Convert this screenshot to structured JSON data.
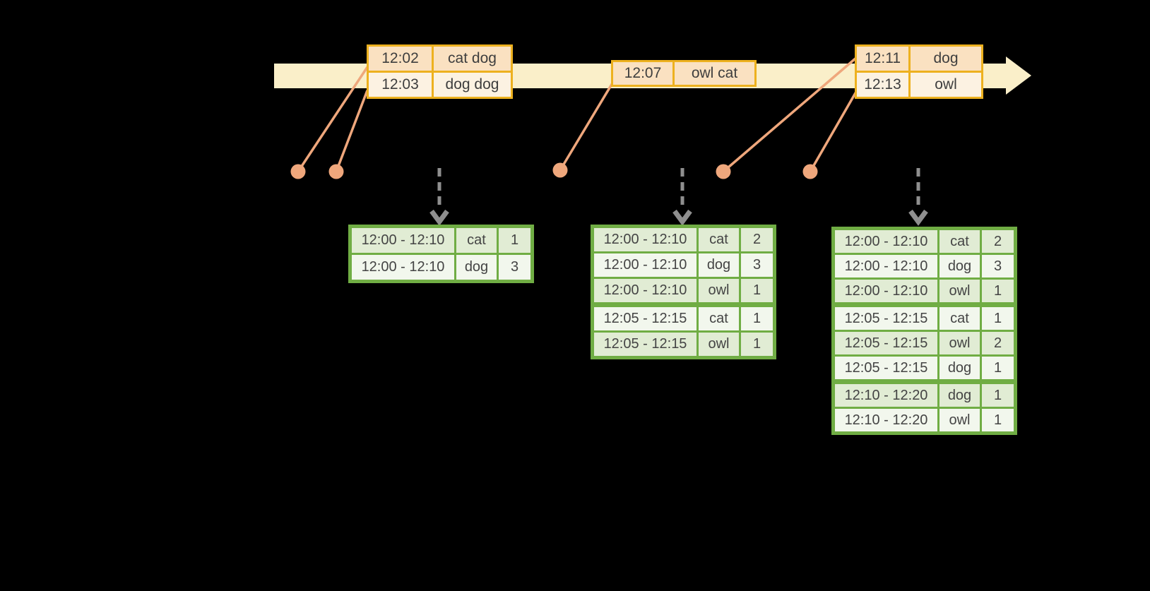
{
  "palette": {
    "background": "#000000",
    "timeline_fill": "#FAEFC9",
    "event_border": "#EDB11F",
    "event_row_fill_dark": "#FAE1C1",
    "event_row_fill_light": "#FCF2E2",
    "dot_color": "#EFA77C",
    "trigger_arrow_gray": "#8F8F8F",
    "result_border": "#70AD44",
    "result_row_fill_dark": "#E1ECD4",
    "result_row_fill_light": "#F2F7ED",
    "text_color": "#3E3E3E"
  },
  "event_tables": [
    {
      "rows": [
        {
          "time": "12:02",
          "words": "cat dog"
        },
        {
          "time": "12:03",
          "words": "dog dog"
        }
      ]
    },
    {
      "rows": [
        {
          "time": "12:07",
          "words": "owl cat"
        }
      ]
    },
    {
      "rows": [
        {
          "time": "12:11",
          "words": "dog"
        },
        {
          "time": "12:13",
          "words": "owl"
        }
      ]
    }
  ],
  "result_tables": [
    {
      "rows": [
        [
          "12:00 - 12:10",
          "cat",
          "1"
        ],
        [
          "12:00 - 12:10",
          "dog",
          "3"
        ]
      ],
      "group_starts": []
    },
    {
      "rows": [
        [
          "12:00 - 12:10",
          "cat",
          "2"
        ],
        [
          "12:00 - 12:10",
          "dog",
          "3"
        ],
        [
          "12:00 - 12:10",
          "owl",
          "1"
        ],
        [
          "12:05 - 12:15",
          "cat",
          "1"
        ],
        [
          "12:05 - 12:15",
          "owl",
          "1"
        ]
      ],
      "group_starts": [
        3
      ]
    },
    {
      "rows": [
        [
          "12:00 - 12:10",
          "cat",
          "2"
        ],
        [
          "12:00 - 12:10",
          "dog",
          "3"
        ],
        [
          "12:00 - 12:10",
          "owl",
          "1"
        ],
        [
          "12:05 - 12:15",
          "cat",
          "1"
        ],
        [
          "12:05 - 12:15",
          "owl",
          "2"
        ],
        [
          "12:05 - 12:15",
          "dog",
          "1"
        ],
        [
          "12:10 - 12:20",
          "dog",
          "1"
        ],
        [
          "12:10 - 12:20",
          "owl",
          "1"
        ]
      ],
      "group_starts": [
        3,
        6
      ]
    }
  ]
}
